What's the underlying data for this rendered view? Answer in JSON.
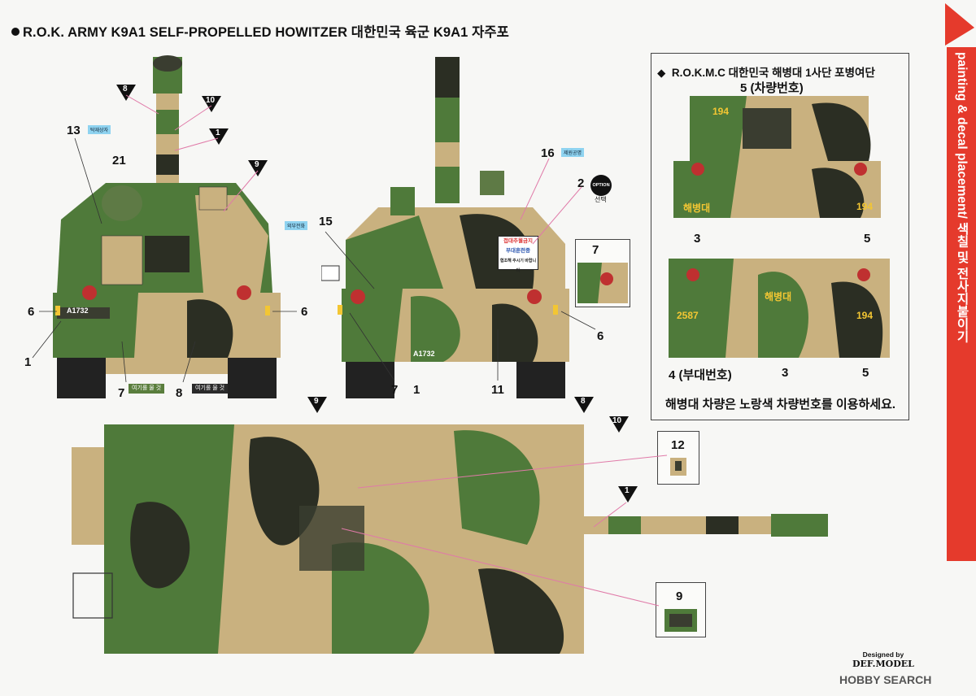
{
  "title": "R.O.K. ARMY K9A1 SELF-PROPELLED HOWITZER  대한민국 육군 K9A1 자주포",
  "side_tab": "painting & decal placement/ 색칠 및 전사지붙이기",
  "rokmc": {
    "title": "R.O.K.M.C  대한민국 해병대 1사단 포병여단",
    "label_5_top": "5 (차량번호)",
    "label_4": "4 (부대번호)",
    "note": "해병대 차량은 노랑색 차량번호를 이용하세요.",
    "plate_194": "194",
    "plate_2587": "2587",
    "hangul_plate": "해병대"
  },
  "front_view": {
    "labels": [
      "13",
      "21",
      "6",
      "1",
      "7",
      "8",
      "6"
    ],
    "triangles": [
      "8",
      "10",
      "1",
      "9"
    ],
    "tag_13": "탁재상자",
    "plate": "A1732",
    "chip_7": "여기롤 물 것",
    "chip_8": "여기롤 물 것"
  },
  "rear_view": {
    "labels": [
      "16",
      "2",
      "15",
      "7",
      "1",
      "11",
      "6",
      "7"
    ],
    "option": "OPTION",
    "option_sub": "선택",
    "tag_16": "제원공명",
    "tag_15": "외부전화",
    "sign_line1": "접대추월금지",
    "sign_line2": "부대훈련중",
    "sign_line3": "협조해 주시기 바랍니다",
    "plate": "A1732"
  },
  "top_view": {
    "triangles": [
      "9",
      "8",
      "10",
      "1"
    ],
    "label_12": "12",
    "label_9": "9"
  },
  "credit_line1": "Designed by",
  "credit_line2": "DEF.MODEL",
  "watermark": "HOBBY SEARCH",
  "colors": {
    "camo_green": "#4f7a3a",
    "camo_dark": "#2b2e23",
    "camo_sand": "#c9b17f",
    "accent_red": "#e53a2c"
  }
}
